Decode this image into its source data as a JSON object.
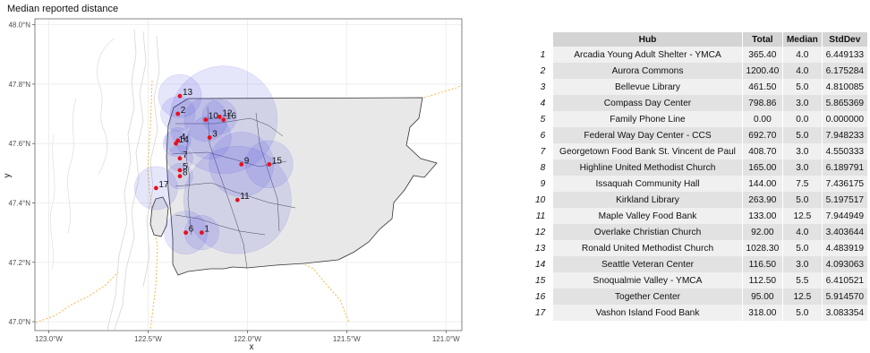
{
  "chart_data": [
    {
      "type": "map",
      "title": "Median reported distance",
      "xlabel": "x",
      "ylabel": "y",
      "x_ticks": [
        "123.0°W",
        "122.5°W",
        "122.0°W",
        "121.5°W",
        "121.0°W"
      ],
      "x_tick_values": [
        -123.0,
        -122.5,
        -122.0,
        -121.5,
        -121.0
      ],
      "y_ticks": [
        "47.0°N",
        "47.2°N",
        "47.4°N",
        "47.6°N",
        "47.8°N",
        "48.0°N"
      ],
      "y_tick_values": [
        47.0,
        47.2,
        47.4,
        47.6,
        47.8,
        48.0
      ],
      "xlim": [
        -123.07,
        -120.92
      ],
      "ylim": [
        46.97,
        48.02
      ],
      "grid": true,
      "colors": {
        "point": "#e8101a",
        "buffer": "#5050e6",
        "county": "#e8e8e8",
        "roads": "#f2b233"
      },
      "points": [
        {
          "label": "1",
          "lon": -122.23,
          "lat": 47.3,
          "median": 4.0
        },
        {
          "label": "2",
          "lon": -122.35,
          "lat": 47.7,
          "median": 4.0
        },
        {
          "label": "3",
          "lon": -122.19,
          "lat": 47.62,
          "median": 5.0
        },
        {
          "label": "4",
          "lon": -122.35,
          "lat": 47.61,
          "median": 3.0
        },
        {
          "label": "5",
          "lon": -122.34,
          "lat": 47.51,
          "median": 0.0
        },
        {
          "label": "6",
          "lon": -122.31,
          "lat": 47.3,
          "median": 5.0
        },
        {
          "label": "7",
          "lon": -122.34,
          "lat": 47.55,
          "median": 3.0
        },
        {
          "label": "8",
          "lon": -122.34,
          "lat": 47.49,
          "median": 3.0
        },
        {
          "label": "9",
          "lon": -122.03,
          "lat": 47.53,
          "median": 7.5
        },
        {
          "label": "10",
          "lon": -122.21,
          "lat": 47.68,
          "median": 5.0
        },
        {
          "label": "11",
          "lon": -122.05,
          "lat": 47.41,
          "median": 12.5
        },
        {
          "label": "12",
          "lon": -122.14,
          "lat": 47.69,
          "median": 4.0
        },
        {
          "label": "13",
          "lon": -122.34,
          "lat": 47.76,
          "median": 5.0
        },
        {
          "label": "14",
          "lon": -122.36,
          "lat": 47.6,
          "median": 3.0
        },
        {
          "label": "15",
          "lon": -121.89,
          "lat": 47.53,
          "median": 5.5
        },
        {
          "label": "16",
          "lon": -122.12,
          "lat": 47.68,
          "median": 12.5
        },
        {
          "label": "17",
          "lon": -122.46,
          "lat": 47.45,
          "median": 5.0
        }
      ]
    },
    {
      "type": "table",
      "columns": [
        "",
        "Hub",
        "Total",
        "Median",
        "StdDev"
      ],
      "rows": [
        [
          "1",
          "Arcadia Young Adult Shelter - YMCA",
          "365.40",
          "4.0",
          "6.449133"
        ],
        [
          "2",
          "Aurora Commons",
          "1200.40",
          "4.0",
          "6.175284"
        ],
        [
          "3",
          "Bellevue Library",
          "461.50",
          "5.0",
          "4.810085"
        ],
        [
          "4",
          "Compass Day Center",
          "798.86",
          "3.0",
          "5.865369"
        ],
        [
          "5",
          "Family Phone Line",
          "0.00",
          "0.0",
          "0.000000"
        ],
        [
          "6",
          "Federal Way Day Center - CCS",
          "692.70",
          "5.0",
          "7.948233"
        ],
        [
          "7",
          "Georgetown Food Bank St. Vincent de Paul",
          "408.70",
          "3.0",
          "4.550333"
        ],
        [
          "8",
          "Highline United Methodist Church",
          "165.00",
          "3.0",
          "6.189791"
        ],
        [
          "9",
          "Issaquah Community Hall",
          "144.00",
          "7.5",
          "7.436175"
        ],
        [
          "10",
          "Kirkland Library",
          "263.90",
          "5.0",
          "5.197517"
        ],
        [
          "11",
          "Maple Valley Food Bank",
          "133.00",
          "12.5",
          "7.944949"
        ],
        [
          "12",
          "Overlake Christian Church",
          "92.00",
          "4.0",
          "3.403644"
        ],
        [
          "13",
          "Ronald United Methodist Church",
          "1028.30",
          "5.0",
          "4.483919"
        ],
        [
          "14",
          "Seattle Veteran Center",
          "116.50",
          "3.0",
          "4.093063"
        ],
        [
          "15",
          "Snoqualmie Valley - YMCA",
          "112.50",
          "5.5",
          "6.410521"
        ],
        [
          "16",
          "Together Center",
          "95.00",
          "12.5",
          "5.914570"
        ],
        [
          "17",
          "Vashon Island Food Bank",
          "318.00",
          "5.0",
          "3.083354"
        ]
      ]
    }
  ]
}
